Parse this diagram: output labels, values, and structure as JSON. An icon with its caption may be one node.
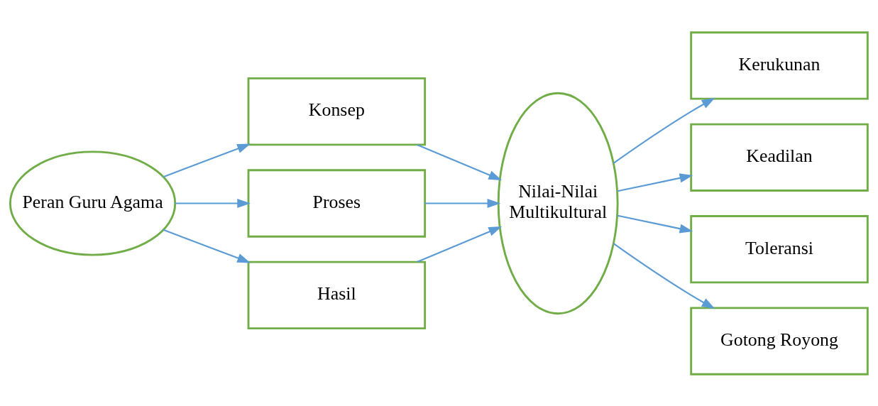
{
  "diagram": {
    "nodes": [
      {
        "text": [
          "Peran Guru Agama"
        ]
      },
      {
        "text": [
          "Konsep"
        ]
      },
      {
        "text": [
          "Proses"
        ]
      },
      {
        "text": [
          "Hasil"
        ]
      },
      {
        "text": [
          "Nilai-Nilai Multikultural"
        ]
      },
      {
        "text": [
          "Kerukunan"
        ]
      },
      {
        "text": [
          "Keadilan"
        ]
      },
      {
        "text": [
          "Toleransi"
        ]
      },
      {
        "text": [
          "Gotong Royong"
        ]
      }
    ],
    "edges": [
      {
        "from": 0,
        "to": 1,
        "arrow": "to"
      },
      {
        "from": 0,
        "to": 2,
        "arrow": "to"
      },
      {
        "from": 0,
        "to": 3,
        "arrow": "to"
      },
      {
        "from": 1,
        "to": 4,
        "arrow": "to"
      },
      {
        "from": 2,
        "to": 4,
        "arrow": "to"
      },
      {
        "from": 3,
        "to": 4,
        "arrow": "to"
      },
      {
        "from": 4,
        "to": 5,
        "arrow": "to"
      },
      {
        "from": 4,
        "to": 6,
        "arrow": "to"
      },
      {
        "from": 4,
        "to": 7,
        "arrow": "to"
      },
      {
        "from": 4,
        "to": 8,
        "arrow": "to"
      }
    ]
  }
}
